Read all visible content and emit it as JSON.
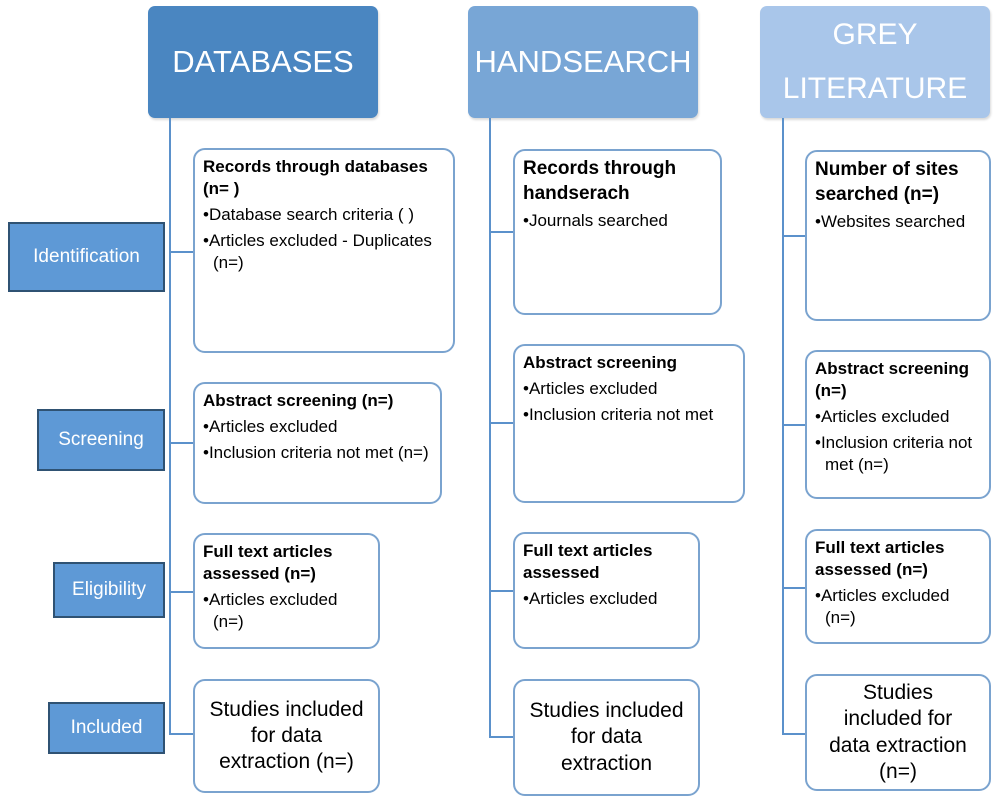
{
  "columns": [
    {
      "header": "DATABASES",
      "boxes": [
        {
          "title": "Records through databases (n= )",
          "items": [
            "Database search criteria (     )",
            "Articles excluded - Duplicates (n=)"
          ]
        },
        {
          "title": "Abstract screening (n=)",
          "items": [
            "Articles excluded",
            "Inclusion criteria not met (n=)"
          ]
        },
        {
          "title": "Full text articles assessed (n=)",
          "items": [
            "Articles excluded (n=)"
          ]
        },
        {
          "text": "Studies included for data extraction (n=)"
        }
      ]
    },
    {
      "header": "HANDSEARCH",
      "boxes": [
        {
          "title": "Records through handserach",
          "items": [
            "Journals searched"
          ]
        },
        {
          "title": "Abstract screening",
          "items": [
            "Articles excluded",
            "Inclusion criteria not met"
          ]
        },
        {
          "title": "Full text articles assessed",
          "items": [
            "Articles excluded"
          ]
        },
        {
          "text": "Studies included for data extraction"
        }
      ]
    },
    {
      "header": "GREY LITERATURE",
      "boxes": [
        {
          "title": "Number of sites searched (n=)",
          "items": [
            "Websites searched"
          ]
        },
        {
          "title": "Abstract screening (n=)",
          "items": [
            "Articles excluded",
            "Inclusion criteria not met (n=)"
          ]
        },
        {
          "title": "Full text articles assessed (n=)",
          "items": [
            "Articles excluded (n=)"
          ]
        },
        {
          "text": "Studies included for data extraction (n=)"
        }
      ]
    }
  ],
  "stages": [
    "Identification",
    "Screening",
    "Eligibility",
    "Included"
  ],
  "colors": {
    "header_databases": "#4a86c1",
    "header_handsearch": "#78a6d6",
    "header_grey": "#a9c6ea",
    "stage_fill": "#5e99d6",
    "stage_border": "#2f5273",
    "box_border": "#7aa3cf",
    "connector": "#5b91cb"
  }
}
